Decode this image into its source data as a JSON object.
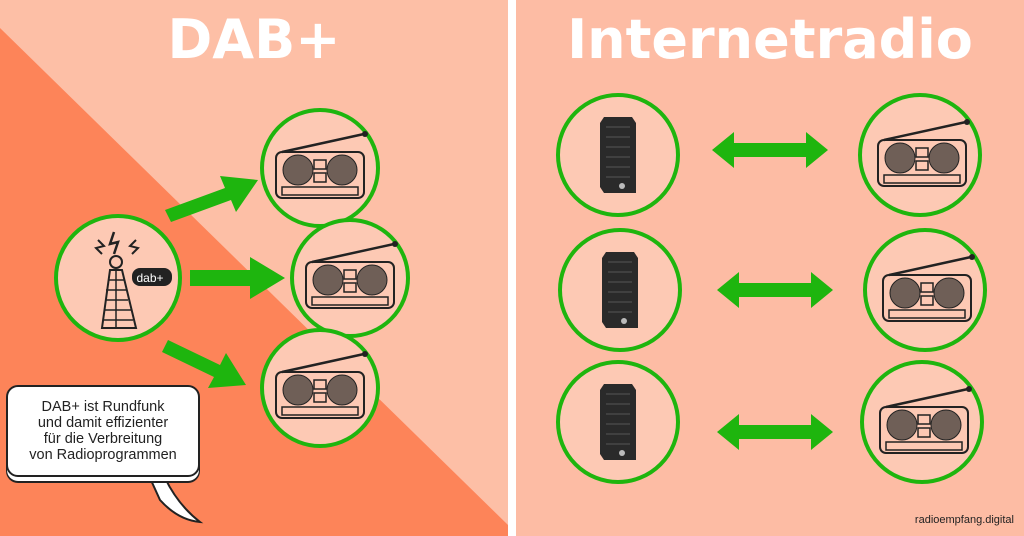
{
  "left_title": "DAB+",
  "right_title": "Internetradio",
  "bubble_lines": [
    "DAB+ ist Rundfunk",
    "und damit effizienter",
    "für die Verbreitung",
    "von Radioprogrammen"
  ],
  "dab_badge": "dab+",
  "credit": "radioempfang.digital",
  "colors": {
    "green": "#1eb50e",
    "light_bg": "#fdbfa6",
    "dark_bg": "#fd8459",
    "circle_fill": "#fdc9b4"
  }
}
